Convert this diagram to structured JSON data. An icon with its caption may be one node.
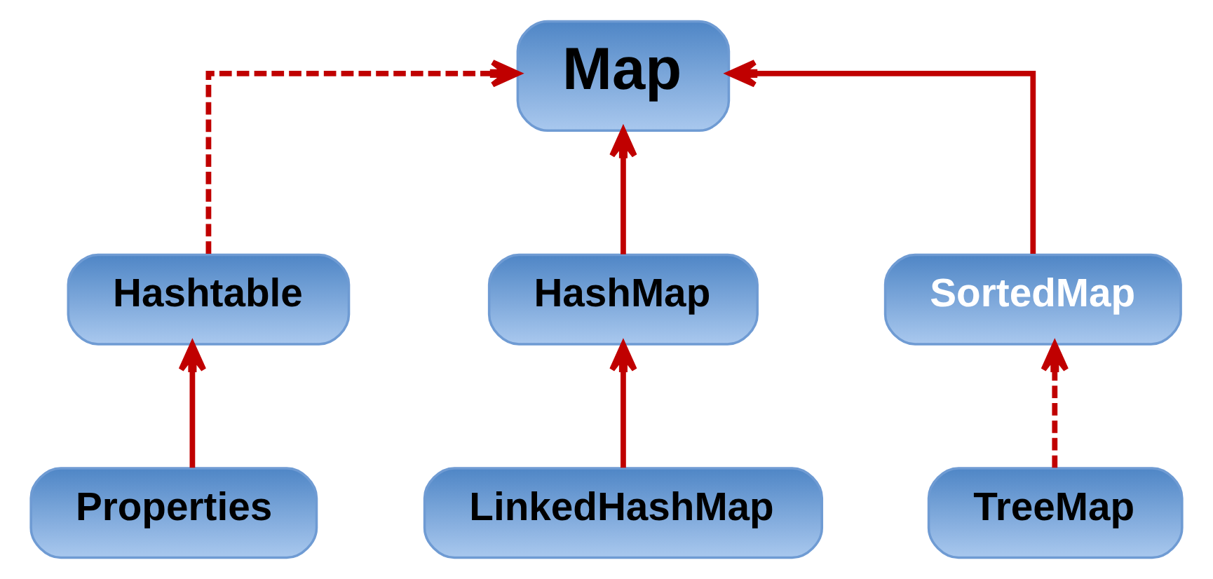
{
  "diagram": {
    "nodes": [
      {
        "text": [
          "Map"
        ]
      },
      {
        "text": [
          "Hashtable"
        ]
      },
      {
        "text": [
          "HashMap"
        ]
      },
      {
        "text": [
          "SortedMap"
        ]
      },
      {
        "text": [
          "Properties"
        ]
      },
      {
        "text": [
          "LinkedHashMap"
        ]
      },
      {
        "text": [
          "TreeMap"
        ]
      }
    ],
    "edges": [
      {
        "from": 1,
        "to": 0,
        "arrow": "to",
        "style": "dashed"
      },
      {
        "from": 2,
        "to": 0,
        "arrow": "to"
      },
      {
        "from": 3,
        "to": 0,
        "arrow": "to"
      },
      {
        "from": 4,
        "to": 1,
        "arrow": "to"
      },
      {
        "from": 5,
        "to": 2,
        "arrow": "to"
      },
      {
        "from": 6,
        "to": 3,
        "arrow": "to",
        "style": "dashed"
      }
    ]
  }
}
